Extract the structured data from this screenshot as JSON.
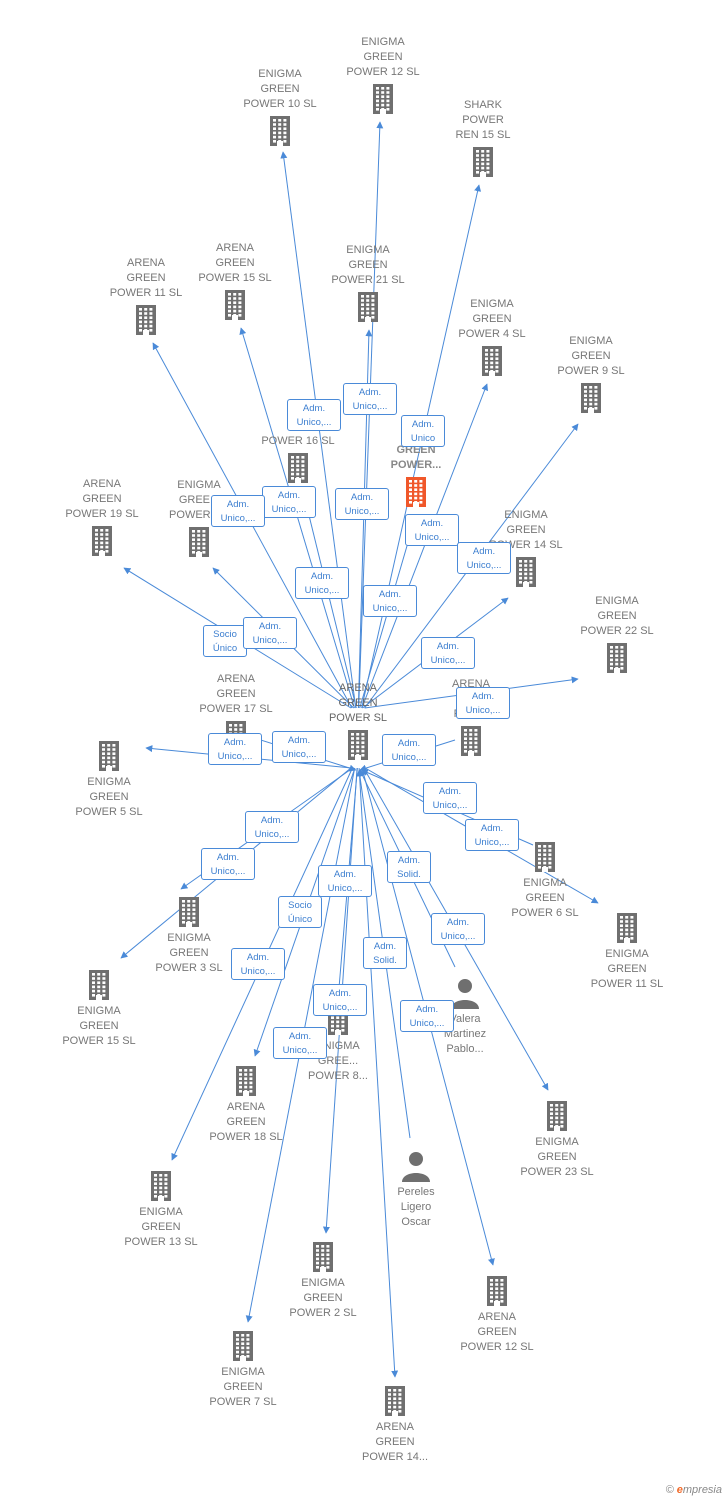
{
  "center": {
    "id": "center",
    "label": "ARENA\nGREEN\nPOWER  SL"
  },
  "nodes": [
    {
      "id": "n1",
      "label": "ENIGMA\nGREEN\nPOWER 12  SL",
      "type": "company"
    },
    {
      "id": "n2",
      "label": "ENIGMA\nGREEN\nPOWER 10  SL",
      "type": "company"
    },
    {
      "id": "n3",
      "label": "SHARK\nPOWER\nREN 15  SL",
      "type": "company"
    },
    {
      "id": "n4",
      "label": "ARENA\nGREEN\nPOWER 11  SL",
      "type": "company"
    },
    {
      "id": "n5",
      "label": "ARENA\nGREEN\nPOWER 15  SL",
      "type": "company"
    },
    {
      "id": "n6",
      "label": "ENIGMA\nGREEN\nPOWER 21  SL",
      "type": "company"
    },
    {
      "id": "n7",
      "label": "ENIGMA\nGREEN\nPOWER 4  SL",
      "type": "company"
    },
    {
      "id": "n8",
      "label": "ENIGMA\nGREEN\nPOWER 9  SL",
      "type": "company"
    },
    {
      "id": "n9",
      "label": "A...\nG...\nPOWER 16  SL",
      "type": "company"
    },
    {
      "id": "n10",
      "label": "A...\nGREEN\nPOWER...",
      "type": "main"
    },
    {
      "id": "n11",
      "label": "ARENA\nGREEN\nPOWER 19  SL",
      "type": "company"
    },
    {
      "id": "n12",
      "label": "ENIGMA\nGREE...\nPOWER 1...",
      "type": "company"
    },
    {
      "id": "n13",
      "label": "ENIGMA\nGREEN\nPOWER 14  SL",
      "type": "company"
    },
    {
      "id": "n14",
      "label": "ENIGMA\nGREEN\nPOWER 22  SL",
      "type": "company"
    },
    {
      "id": "n15",
      "label": "ARENA\nGREEN\nPOWER 17  SL",
      "type": "company"
    },
    {
      "id": "n16",
      "label": "ARENA\nG...\nPOW...",
      "type": "company"
    },
    {
      "id": "n17",
      "label": "ENIGMA\nGREEN\nPOWER 5  SL",
      "type": "company"
    },
    {
      "id": "n18",
      "label": "ENIGMA\nGREEN\nPOWER 6  SL",
      "type": "company"
    },
    {
      "id": "n19",
      "label": "ENIGMA\nGREEN\nPOWER 11  SL",
      "type": "company"
    },
    {
      "id": "n20",
      "label": "ENIGMA\nGREEN\nPOWER 3  SL",
      "type": "company"
    },
    {
      "id": "n21",
      "label": "ENIGMA\nGREEN\nPOWER 15  SL",
      "type": "company"
    },
    {
      "id": "n22",
      "label": "Valera\nMartinez\nPablo...",
      "type": "person"
    },
    {
      "id": "n23",
      "label": "ENIGMA\nGREE...\nPOWER 8...",
      "type": "company"
    },
    {
      "id": "n24",
      "label": "ARENA\nGREEN\nPOWER 18  SL",
      "type": "company"
    },
    {
      "id": "n25",
      "label": "ENIGMA\nGREEN\nPOWER 23  SL",
      "type": "company"
    },
    {
      "id": "n26",
      "label": "ENIGMA\nGREEN\nPOWER 13  SL",
      "type": "company"
    },
    {
      "id": "n27",
      "label": "Pereles\nLigero\nOscar",
      "type": "person"
    },
    {
      "id": "n28",
      "label": "ENIGMA\nGREEN\nPOWER 2  SL",
      "type": "company"
    },
    {
      "id": "n29",
      "label": "ARENA\nGREEN\nPOWER 12  SL",
      "type": "company"
    },
    {
      "id": "n30",
      "label": "ENIGMA\nGREEN\nPOWER 7  SL",
      "type": "company"
    },
    {
      "id": "n31",
      "label": "ARENA\nGREEN\nPOWER 14...",
      "type": "company"
    }
  ],
  "edge_labels": [
    "Adm.\nUnico,...",
    "Adm.\nUnico,...",
    "Adm.\nUnico",
    "Adm.\nUnico,...",
    "Adm.\nUnico,...",
    "Adm.\nUnico,...",
    "Adm.\nUnico,...",
    "Adm.\nUnico,...",
    "Adm.\nUnico,...",
    "Adm.\nUnico,...",
    "Socio\nÚnico",
    "Adm.\nUnico,...",
    "Adm.\nUnico,...",
    "Adm.\nUnico,...",
    "Adm.\nUnico,...",
    "Adm.\nUnico,...",
    "Adm.\nUnico,...",
    "Adm.\nUnico,...",
    "Adm.\nUnico,...",
    "Adm.\nUnico,...",
    "Adm.\nUnico,...",
    "Adm.\nSolid.",
    "Socio\nÚnico",
    "Adm.\nUnico,...",
    "Adm.\nUnico,...",
    "Adm.\nSolid.",
    "Adm.\nUnico,...",
    "Adm.\nUnico,...",
    "Adm.\nUnico,...",
    "Adm.\nUnico,..."
  ],
  "colors": {
    "edge": "#4a8ad8",
    "icon": "#6f6f6f",
    "main_icon": "#f0572a",
    "text": "#777777"
  },
  "brand": {
    "copyright": "©",
    "name": "mpresia",
    "initial": "e"
  }
}
